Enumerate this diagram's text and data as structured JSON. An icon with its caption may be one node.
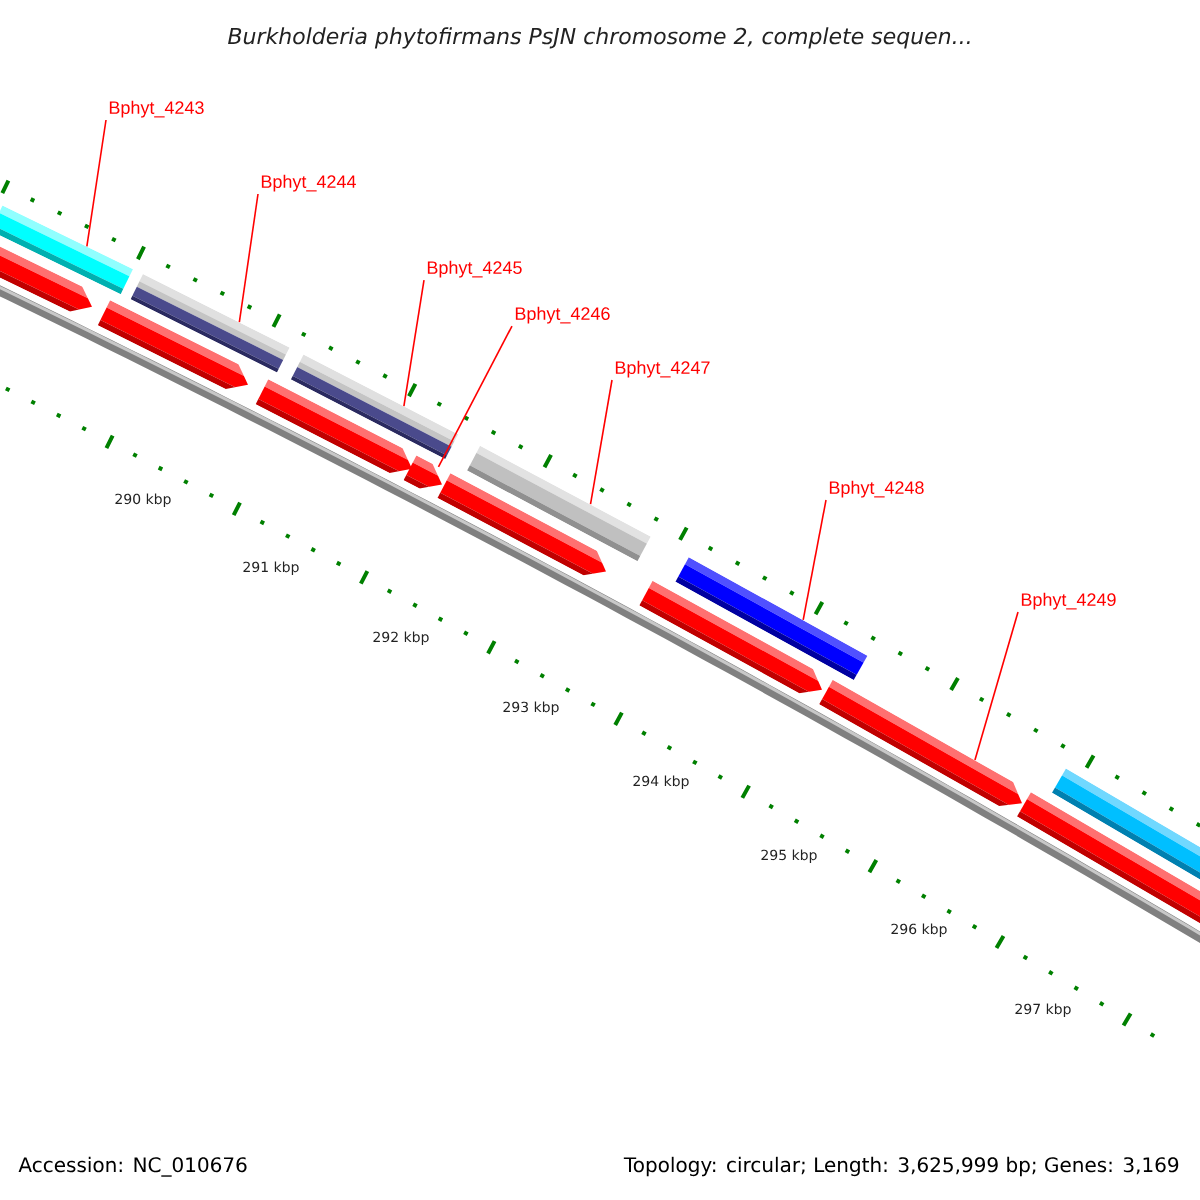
{
  "diagram": {
    "title": "Burkholderia phytofirmans PsJN chromosome 2, complete sequen...",
    "nodes": [
      {
        "text": [
          "Bphyt_4243"
        ]
      },
      {
        "text": [
          "Bphyt_4244"
        ]
      },
      {
        "text": [
          "Bphyt_4245"
        ]
      },
      {
        "text": [
          "Bphyt_4246"
        ]
      },
      {
        "text": [
          "Bphyt_4247"
        ]
      },
      {
        "text": [
          "Bphyt_4248"
        ]
      },
      {
        "text": [
          "Bphyt_4249"
        ]
      },
      {
        "text": [],
        "shape": "bar"
      },
      {
        "text": [],
        "shape": "bar"
      },
      {
        "text": [],
        "shape": "bar"
      },
      {
        "text": [],
        "shape": "bar"
      },
      {
        "text": [],
        "shape": "bar"
      },
      {
        "text": [],
        "shape": "bar"
      },
      {
        "text": [],
        "shape": "bar"
      },
      {
        "text": [],
        "shape": "bar"
      },
      {
        "text": [],
        "shape": "bar"
      },
      {
        "text": [],
        "shape": "bar"
      },
      {
        "text": [],
        "shape": "bar"
      },
      {
        "text": [],
        "shape": "bar"
      },
      {
        "text": [],
        "shape": "bar"
      },
      {
        "text": [],
        "shape": "bar"
      }
    ],
    "edges": [
      {
        "from": 0,
        "to": 7,
        "arrow": "none",
        "color": "#ff0000"
      },
      {
        "from": 1,
        "to": 10,
        "arrow": "none",
        "color": "#ff0000"
      },
      {
        "from": 2,
        "to": 12,
        "arrow": "none",
        "color": "#ff0000"
      },
      {
        "from": 3,
        "to": 13,
        "arrow": "none",
        "color": "#ff0000"
      },
      {
        "from": 4,
        "to": 15,
        "arrow": "none",
        "color": "#ff0000"
      },
      {
        "from": 5,
        "to": 17,
        "arrow": "none",
        "color": "#ff0000"
      },
      {
        "from": 6,
        "to": 18,
        "arrow": "none",
        "color": "#ff0000"
      }
    ],
    "labels": [
      "290 kbp",
      "291 kbp",
      "292 kbp",
      "293 kbp",
      "294 kbp",
      "295 kbp",
      "296 kbp",
      "297 kbp",
      "Accession: NC_010676",
      "Topology: circular; Length: 3,625,999 bp; Genes: 3,169"
    ]
  }
}
